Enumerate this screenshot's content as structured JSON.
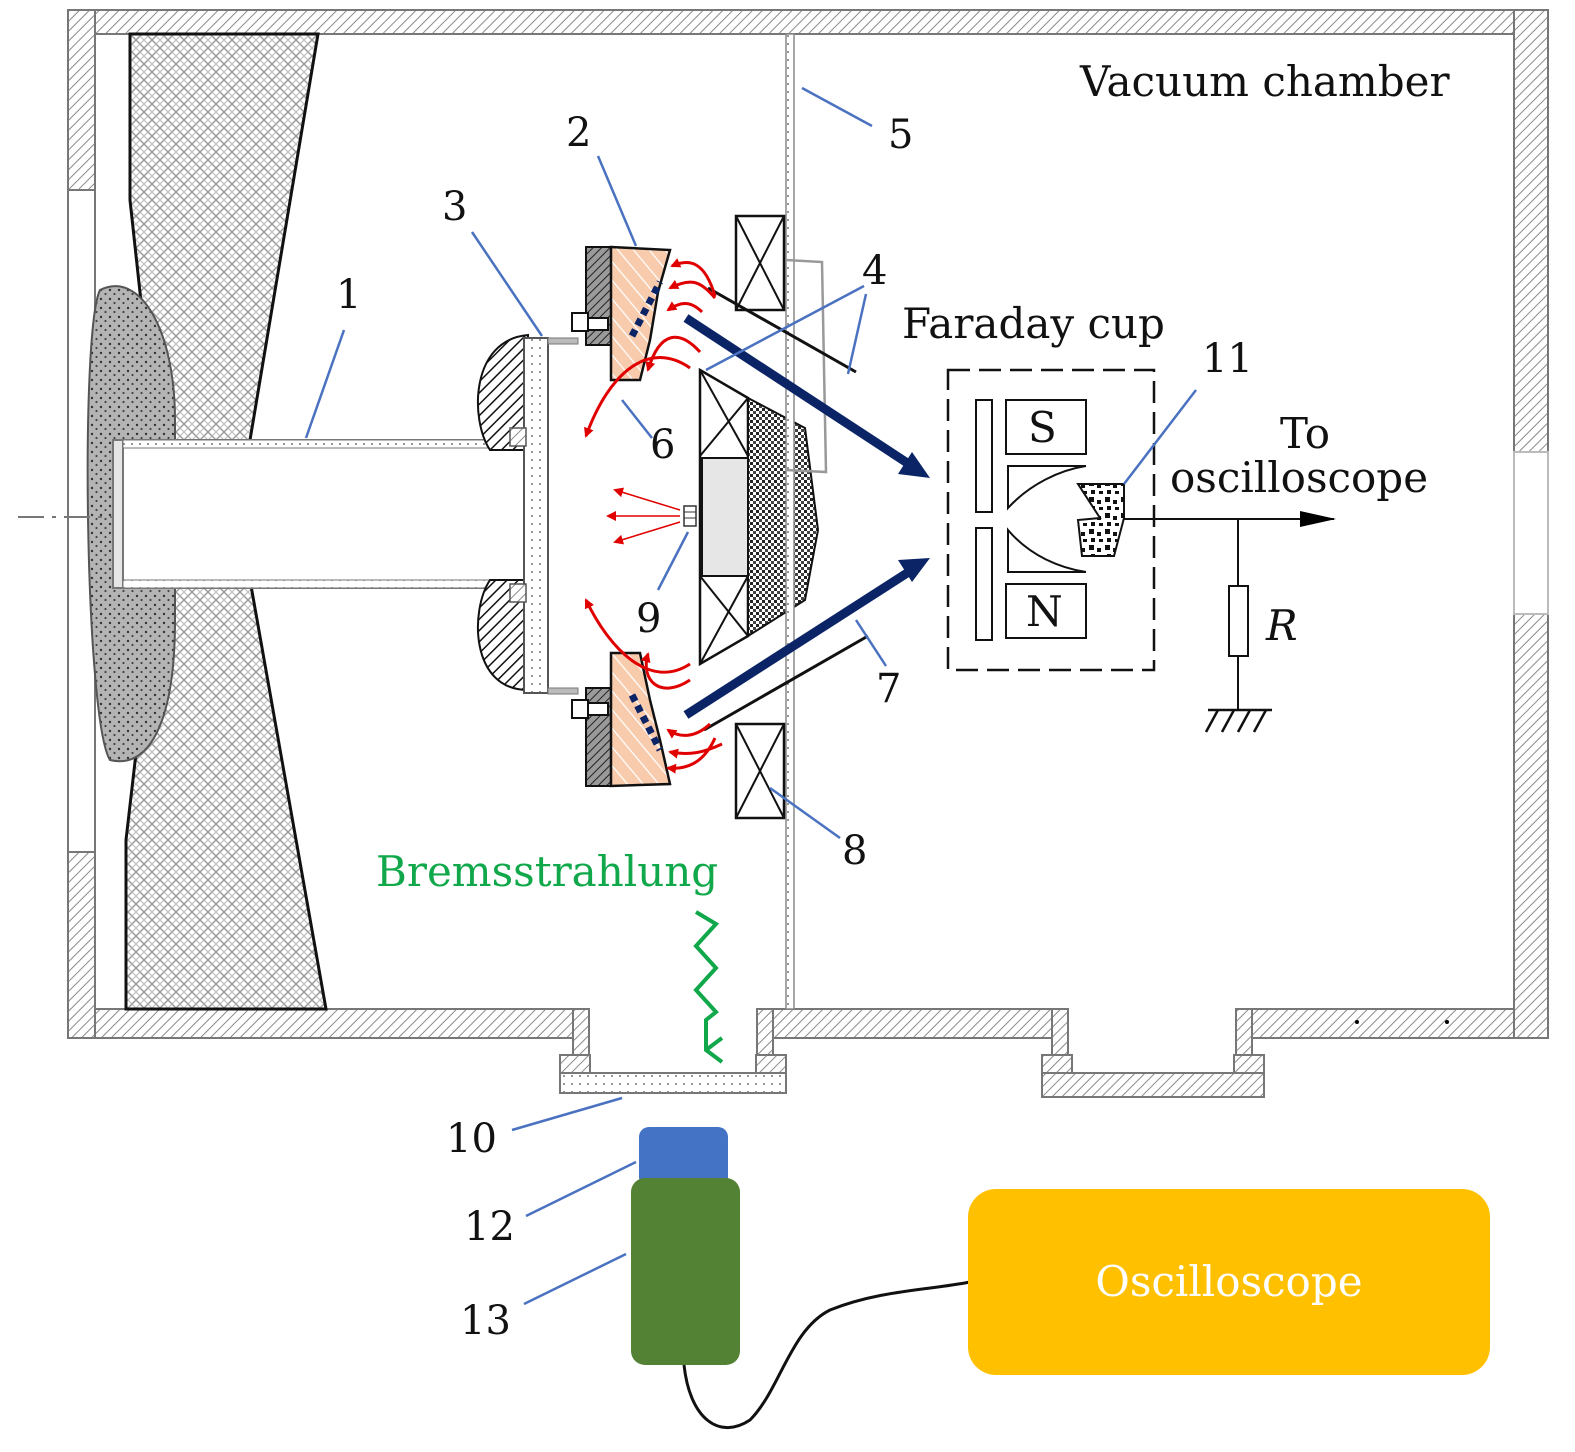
{
  "labels": {
    "vacuum_chamber": "Vacuum chamber",
    "faraday_cup": "Faraday cup",
    "to_oscilloscope_1": "To",
    "to_oscilloscope_2": "oscilloscope",
    "resistor": "R",
    "magnet_s": "S",
    "magnet_n": "N",
    "bremsstrahlung": "Bremsstrahlung",
    "oscilloscope": "Oscilloscope"
  },
  "callouts": [
    "1",
    "2",
    "3",
    "4",
    "5",
    "6",
    "7",
    "8",
    "9",
    "10",
    "11",
    "12",
    "13"
  ],
  "colors": {
    "electron_beam": "#0b2466",
    "emission_arrows": "#e00000",
    "bremsstrahlung": "#10a84a",
    "leader_lines": "#4a72c0",
    "detector_cap": "#4472c4",
    "detector_body": "#548235",
    "oscilloscope_box": "#ffc000",
    "cathode_fill": "#f8cbad"
  }
}
